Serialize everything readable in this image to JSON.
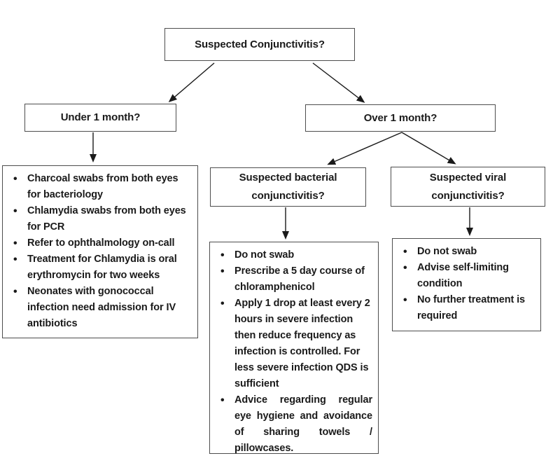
{
  "flowchart": {
    "colors": {
      "box_border": "#4d4d4d",
      "text": "#1a1a1a",
      "arrow": "#1a1a1a",
      "background": "#ffffff"
    },
    "root": {
      "label": "Suspected Conjunctivitis?"
    },
    "under_month": {
      "label": "Under 1 month?"
    },
    "over_month": {
      "label": "Over 1 month?"
    },
    "bacterial_question": {
      "label": "Suspected bacterial conjunctivitis?"
    },
    "viral_question": {
      "label": "Suspected viral conjunctivitis?"
    },
    "neonatal_actions": {
      "items": [
        "Charcoal swabs from both eyes for bacteriology",
        "Chlamydia swabs from both eyes for PCR",
        "Refer to ophthalmology on-call",
        "Treatment for Chlamydia is oral erythromycin for two weeks",
        "Neonates with gonococcal infection need admission for IV antibiotics"
      ]
    },
    "bacterial_actions": {
      "items": [
        "Do not swab",
        "Prescribe a 5 day course of chloramphenicol",
        "Apply 1 drop at least every 2 hours in severe infection then reduce frequency as infection is controlled. For less severe infection QDS is sufficient",
        "Advice regarding regular eye hygiene and avoidance of sharing towels / pillowcases."
      ]
    },
    "viral_actions": {
      "items": [
        "Do not swab",
        "Advise self-limiting condition",
        "No further treatment is required"
      ]
    }
  }
}
